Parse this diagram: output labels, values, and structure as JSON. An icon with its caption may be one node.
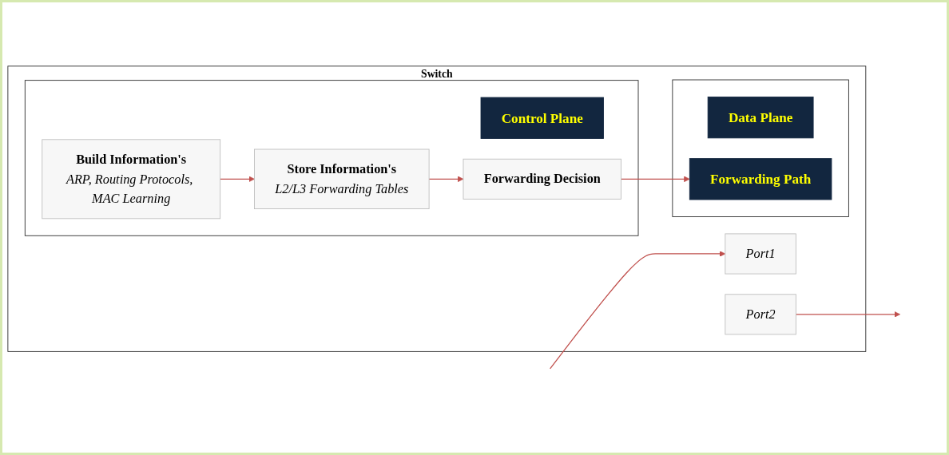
{
  "diagram": {
    "nodes": [
      {
        "text": [
          "Switch"
        ]
      },
      {
        "text": [],
        "shape": "box",
        "in": 0
      },
      {
        "text": [
          "Control Plane"
        ],
        "in": 1
      },
      {
        "text": [
          "Build Information's",
          "ARP, Routing Protocols, MAC Learning"
        ],
        "in": 1
      },
      {
        "text": [
          "Store Information's",
          "L2/L3 Forwarding Tables"
        ],
        "in": 1
      },
      {
        "text": [
          "Forwarding Decision"
        ],
        "in": 1
      },
      {
        "text": [],
        "shape": "box",
        "in": 0
      },
      {
        "text": [
          "Data Plane"
        ],
        "in": 6
      },
      {
        "text": [
          "Forwarding Path"
        ],
        "in": 6
      },
      {
        "text": [
          "Port1"
        ],
        "in": 0
      },
      {
        "text": [
          "Port2"
        ],
        "in": 0
      }
    ],
    "edges": [
      {
        "from": 3,
        "to": 4,
        "arrow": "to"
      },
      {
        "from": 4,
        "to": 5,
        "arrow": "to"
      },
      {
        "from": 5,
        "to": 8,
        "arrow": "to"
      },
      {
        "from": null,
        "to": 9,
        "arrow": "to"
      },
      {
        "from": 10,
        "to": null,
        "arrow": "to"
      }
    ]
  }
}
